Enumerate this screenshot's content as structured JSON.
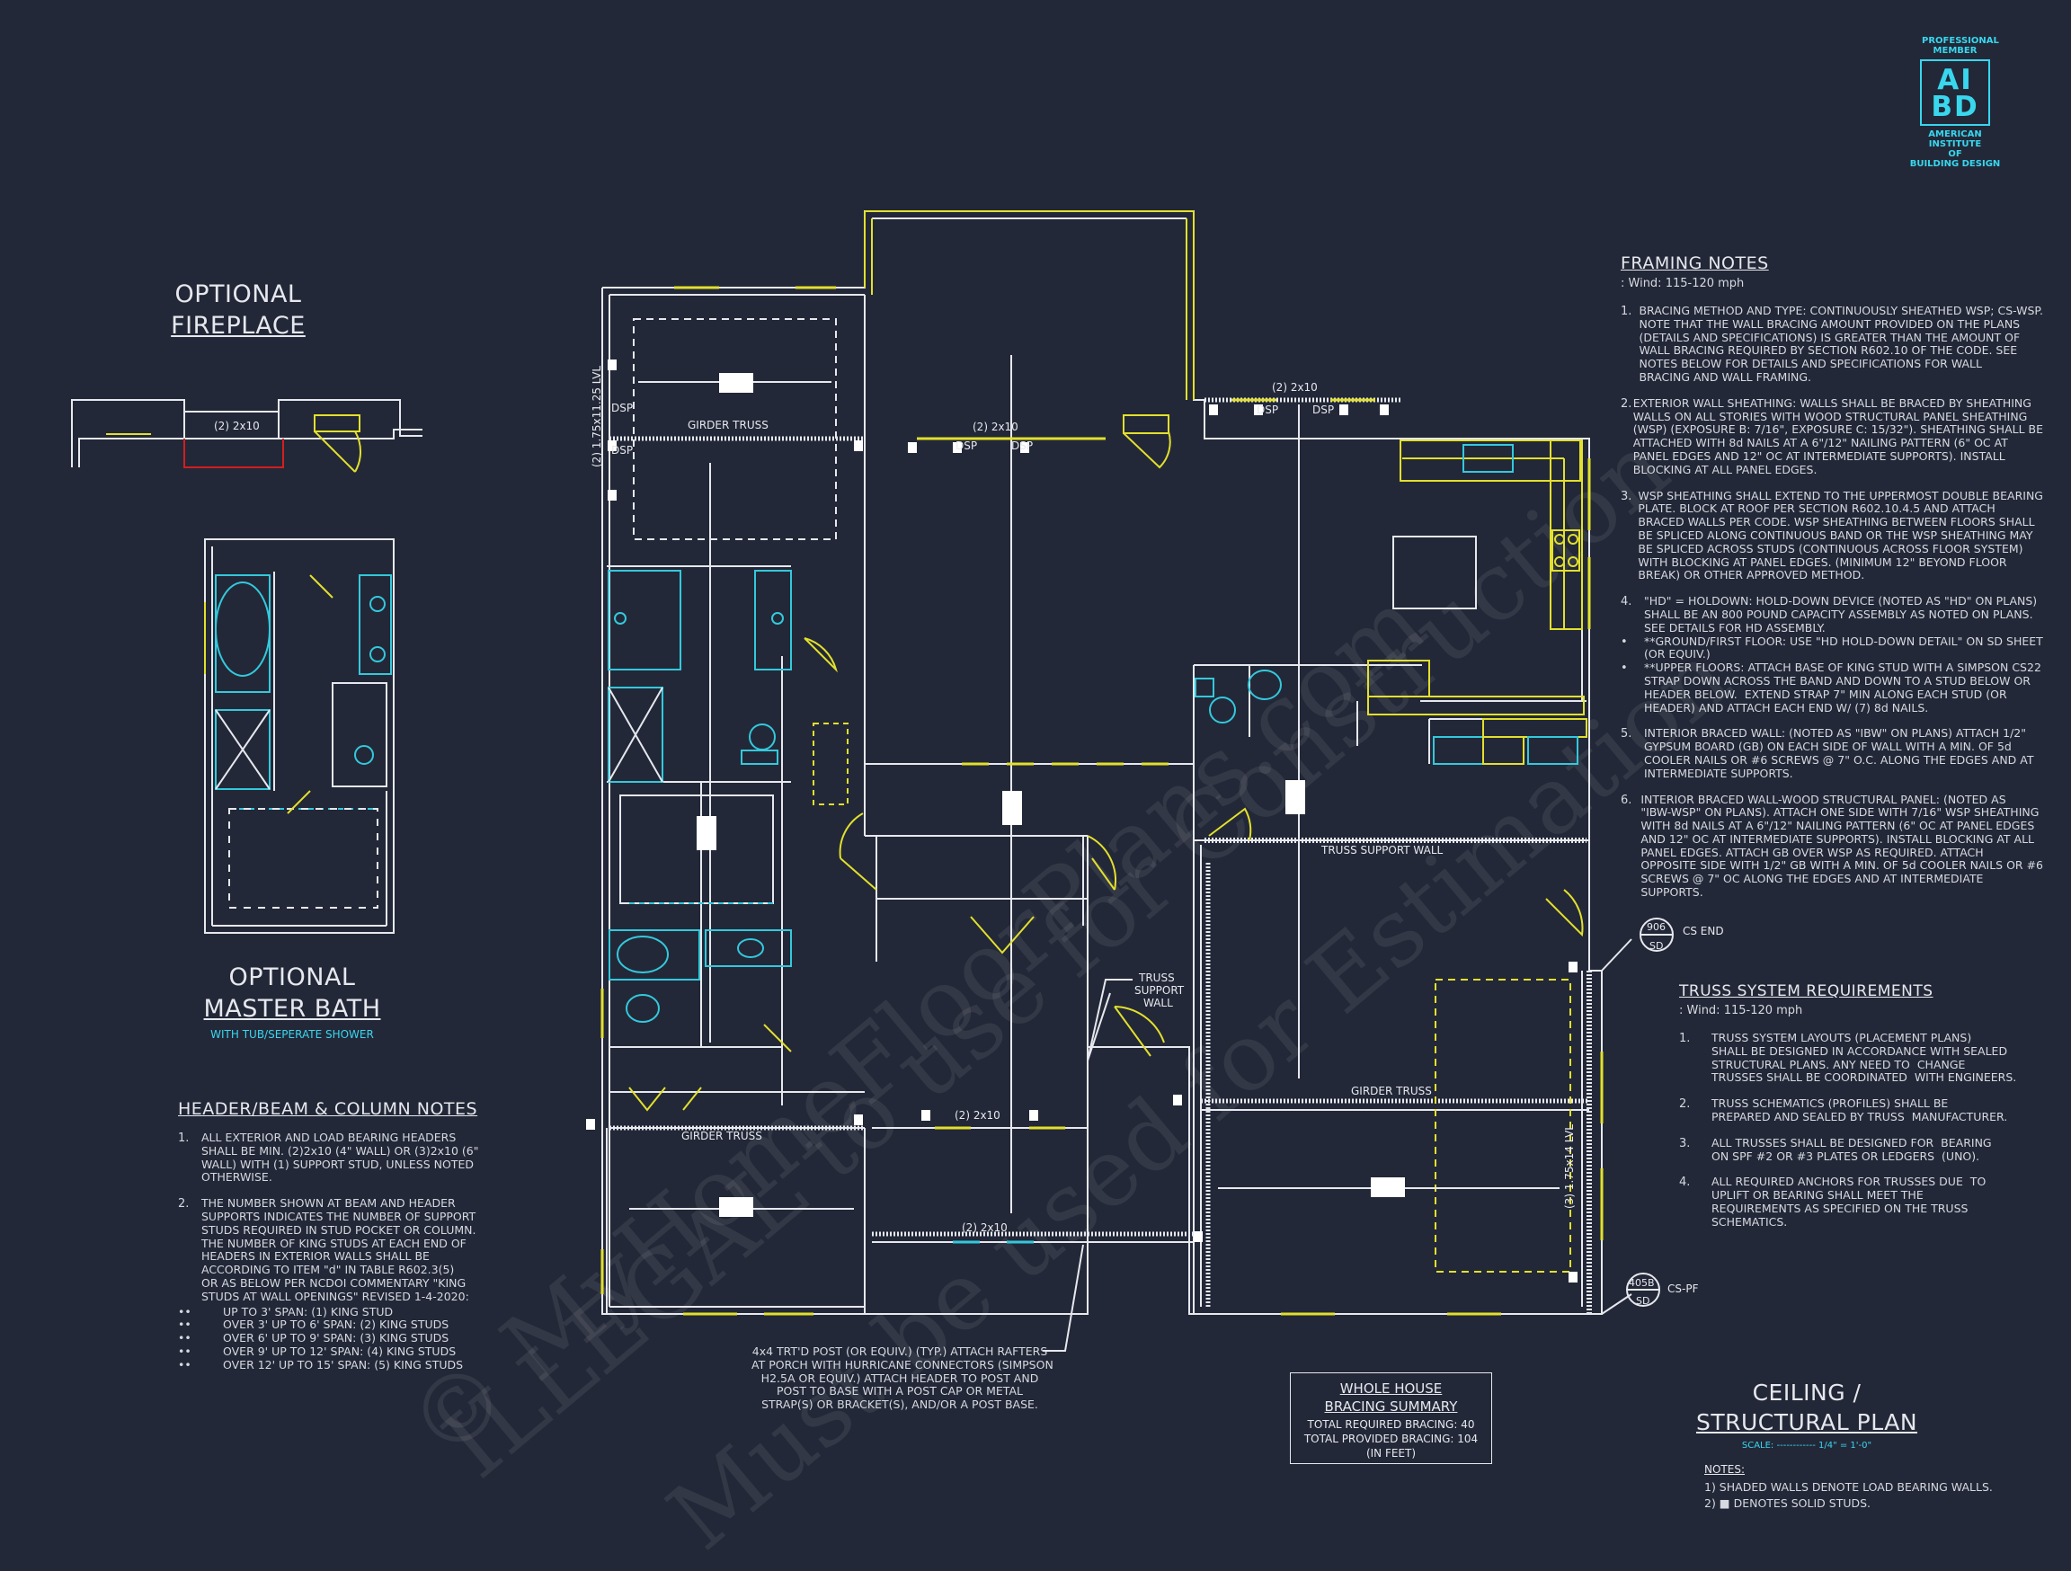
{
  "colors": {
    "background": "#232838",
    "line": "#e6e8ee",
    "yellow": "#e2e02c",
    "cyan": "#33c9dc",
    "red": "#d21f1f"
  },
  "logo": {
    "top_text": "PROFESSIONAL MEMBER",
    "letters": "AIBD",
    "bottom_text_1": "AMERICAN INSTITUTE",
    "bottom_text_2": "OF",
    "bottom_text_3": "BUILDING DESIGN"
  },
  "watermark": {
    "line1": "© MyHomeFloorPlans.com",
    "line2": "ILLEGAL to use for Construction",
    "line3": "Must be used for Estimation"
  },
  "optional_fireplace": {
    "title_line1": "OPTIONAL",
    "title_line2": "FIREPLACE",
    "label": "(2) 2x10"
  },
  "optional_master_bath": {
    "title_line1": "OPTIONAL",
    "title_line2": "MASTER BATH",
    "subtitle": "WITH TUB/SEPERATE SHOWER"
  },
  "header_notes": {
    "title": "HEADER/BEAM & COLUMN NOTES",
    "items": [
      {
        "num": "1.",
        "text": "ALL EXTERIOR AND LOAD BEARING HEADERS\nSHALL BE MIN. (2)2x10 (4\" WALL) OR (3)2x10 (6\"\nWALL) WITH (1) SUPPORT STUD, UNLESS NOTED\nOTHERWISE."
      },
      {
        "num": "2.",
        "text": "THE NUMBER SHOWN AT BEAM AND HEADER\nSUPPORTS INDICATES THE NUMBER OF SUPPORT\nSTUDS REQUIRED IN STUD POCKET OR COLUMN.\nTHE NUMBER OF KING STUDS AT EACH END OF\nHEADERS IN EXTERIOR WALLS SHALL BE\nACCORDING TO ITEM \"d\" IN TABLE R602.3(5)\nOR AS BELOW PER NCDOI COMMENTARY \"KING\nSTUDS AT WALL OPENINGS\" REVISED 1-4-2020:"
      }
    ],
    "bullets": [
      "UP TO 3' SPAN: (1) KING STUD",
      "OVER 3' UP TO 6' SPAN: (2) KING STUDS",
      "OVER 6' UP TO 9' SPAN: (3) KING STUDS",
      "OVER 9' UP TO 12' SPAN: (4) KING STUDS",
      "OVER 12' UP TO 15' SPAN: (5) KING STUDS"
    ]
  },
  "framing_notes": {
    "title": "FRAMING NOTES",
    "wind": ": Wind: 115-120 mph",
    "items": [
      {
        "num": "1.",
        "text": "BRACING METHOD AND TYPE: CONTINUOUSLY SHEATHED WSP; CS-WSP.\nNOTE THAT THE WALL BRACING AMOUNT PROVIDED ON THE PLANS\n(DETAILS AND SPECIFICATIONS) IS GREATER THAN THE AMOUNT OF\nWALL BRACING REQUIRED BY SECTION R602.10 OF THE CODE. SEE\nNOTES BELOW FOR DETAILS AND SPECIFICATIONS FOR WALL\nBRACING AND WALL FRAMING."
      },
      {
        "num": "2.",
        "text": "EXTERIOR WALL SHEATHING: WALLS SHALL BE BRACED BY SHEATHING\nWALLS ON ALL STORIES WITH WOOD STRUCTURAL PANEL SHEATHING\n(WSP) (EXPOSURE B: 7/16\", EXPOSURE C: 15/32\"). SHEATHING SHALL BE\nATTACHED WITH 8d NAILS AT A 6\"/12\" NAILING PATTERN (6\" OC AT\nPANEL EDGES AND 12\" OC AT INTERMEDIATE SUPPORTS). INSTALL\nBLOCKING AT ALL PANEL EDGES."
      },
      {
        "num": "3.",
        "text": "WSP SHEATHING SHALL EXTEND TO THE UPPERMOST DOUBLE BEARING\nPLATE. BLOCK AT ROOF PER SECTION R602.10.4.5 AND ATTACH\nBRACED WALLS PER CODE. WSP SHEATHING BETWEEN FLOORS SHALL\nBE SPLICED ALONG CONTINUOUS BAND OR THE WSP SHEATHING MAY\nBE SPLICED ACROSS STUDS (CONTINUOUS ACROSS FLOOR SYSTEM)\nWITH BLOCKING AT PANEL EDGES. (MINIMUM 12\" BEYOND FLOOR\nBREAK) OR OTHER APPROVED METHOD."
      },
      {
        "num": "4.",
        "text": "\"HD\" = HOLDOWN: HOLD-DOWN DEVICE (NOTED AS \"HD\" ON PLANS)\nSHALL BE AN 800 POUND CAPACITY ASSEMBLY AS NOTED ON PLANS.\nSEE DETAILS FOR HD ASSEMBLY."
      },
      {
        "num": "•",
        "text": "**GROUND/FIRST FLOOR: USE \"HD HOLD-DOWN DETAIL\" ON SD SHEET\n(OR EQUIV.)"
      },
      {
        "num": "•",
        "text": "**UPPER FLOORS: ATTACH BASE OF KING STUD WITH A SIMPSON CS22\nSTRAP DOWN ACROSS THE BAND AND DOWN TO A STUD BELOW OR\nHEADER BELOW.  EXTEND STRAP 7\" MIN ALONG EACH STUD (OR\nHEADER) AND ATTACH EACH END W/ (7) 8d NAILS."
      },
      {
        "num": "5.",
        "text": "INTERIOR BRACED WALL: (NOTED AS \"IBW\" ON PLANS) ATTACH 1/2\"\nGYPSUM BOARD (GB) ON EACH SIDE OF WALL WITH A MIN. OF 5d\nCOOLER NAILS OR #6 SCREWS @ 7\" O.C. ALONG THE EDGES AND AT\nINTERMEDIATE SUPPORTS."
      },
      {
        "num": "6.",
        "text": "INTERIOR BRACED WALL-WOOD STRUCTURAL PANEL: (NOTED AS\n\"IBW-WSP\" ON PLANS). ATTACH ONE SIDE WITH 7/16\" WSP SHEATHING\nWITH 8d NAILS AT A 6\"/12\" NAILING PATTERN (6\" OC AT PANEL EDGES\nAND 12\" OC AT INTERMEDIATE SUPPORTS). INSTALL BLOCKING AT ALL\nPANEL EDGES. ATTACH GB OVER WSP AS REQUIRED. ATTACH\nOPPOSITE SIDE WITH 1/2\" GB WITH A MIN. OF 5d COOLER NAILS OR #6\nSCREWS @ 7\" OC ALONG THE EDGES AND AT INTERMEDIATE\nSUPPORTS."
      }
    ]
  },
  "truss_requirements": {
    "title": "TRUSS SYSTEM REQUIREMENTS",
    "wind": ": Wind: 115-120 mph",
    "items": [
      {
        "num": "1.",
        "text": "TRUSS SYSTEM LAYOUTS (PLACEMENT PLANS)\nSHALL BE DESIGNED IN ACCORDANCE WITH SEALED\nSTRUCTURAL PLANS. ANY NEED TO  CHANGE\nTRUSSES SHALL BE COORDINATED  WITH ENGINEERS."
      },
      {
        "num": "2.",
        "text": "TRUSS SCHEMATICS (PROFILES) SHALL BE\nPREPARED AND SEALED BY TRUSS  MANUFACTURER."
      },
      {
        "num": "3.",
        "text": "ALL TRUSSES SHALL BE DESIGNED FOR  BEARING\nON SPF #2 OR #3 PLATES OR LEDGERS  (UNO)."
      },
      {
        "num": "4.",
        "text": "ALL REQUIRED ANCHORS FOR TRUSSES DUE  TO\nUPLIFT OR BEARING SHALL MEET THE\nREQUIREMENTS AS SPECIFIED ON THE TRUSS\nSCHEMATICS."
      }
    ]
  },
  "plan_labels": {
    "girder_truss": "GIRDER TRUSS",
    "header_2x10": "(2) 2x10",
    "dsp": "DSP",
    "lvl_left": "(2) 1.75x11.25 LVL",
    "lvl_right": "(3) 1.75x14 LVL",
    "truss_support_wall": "TRUSS SUPPORT WALL",
    "truss_support_wall_stack_1": "TRUSS",
    "truss_support_wall_stack_2": "SUPPORT",
    "truss_support_wall_stack_3": "WALL",
    "cs_end": "CS END",
    "cs_pf": "CS-PF",
    "detail_a_num": "906",
    "detail_a_sheet": "SD",
    "detail_b_num": "405B",
    "detail_b_sheet": "SD"
  },
  "post_note": "4x4 TRT'D POST (OR EQUIV.) (TYP.) ATTACH RAFTERS\nAT PORCH WITH HURRICANE CONNECTORS (SIMPSON\nH2.5A OR EQUIV.) ATTACH HEADER TO POST AND\nPOST TO BASE WITH A POST CAP OR METAL\nSTRAP(S) OR BRACKET(S), AND/OR A POST BASE.",
  "bracing_summary": {
    "title_line1": "WHOLE HOUSE",
    "title_line2": "BRACING SUMMARY",
    "line1": "TOTAL REQUIRED BRACING: 40",
    "line2": "TOTAL PROVIDED BRACING: 104",
    "line3": "(IN FEET)"
  },
  "sheet_title": {
    "line1": "CEILING /",
    "line2": "STRUCTURAL PLAN",
    "scale_label": "SCALE:",
    "scale_dashes": "------------",
    "scale_value": "1/4\" = 1'-0\""
  },
  "sheet_notes": {
    "title": "NOTES:",
    "note1": "1) SHADED WALLS DENOTE LOAD BEARING WALLS.",
    "note2": "2) ■ DENOTES SOLID STUDS."
  }
}
